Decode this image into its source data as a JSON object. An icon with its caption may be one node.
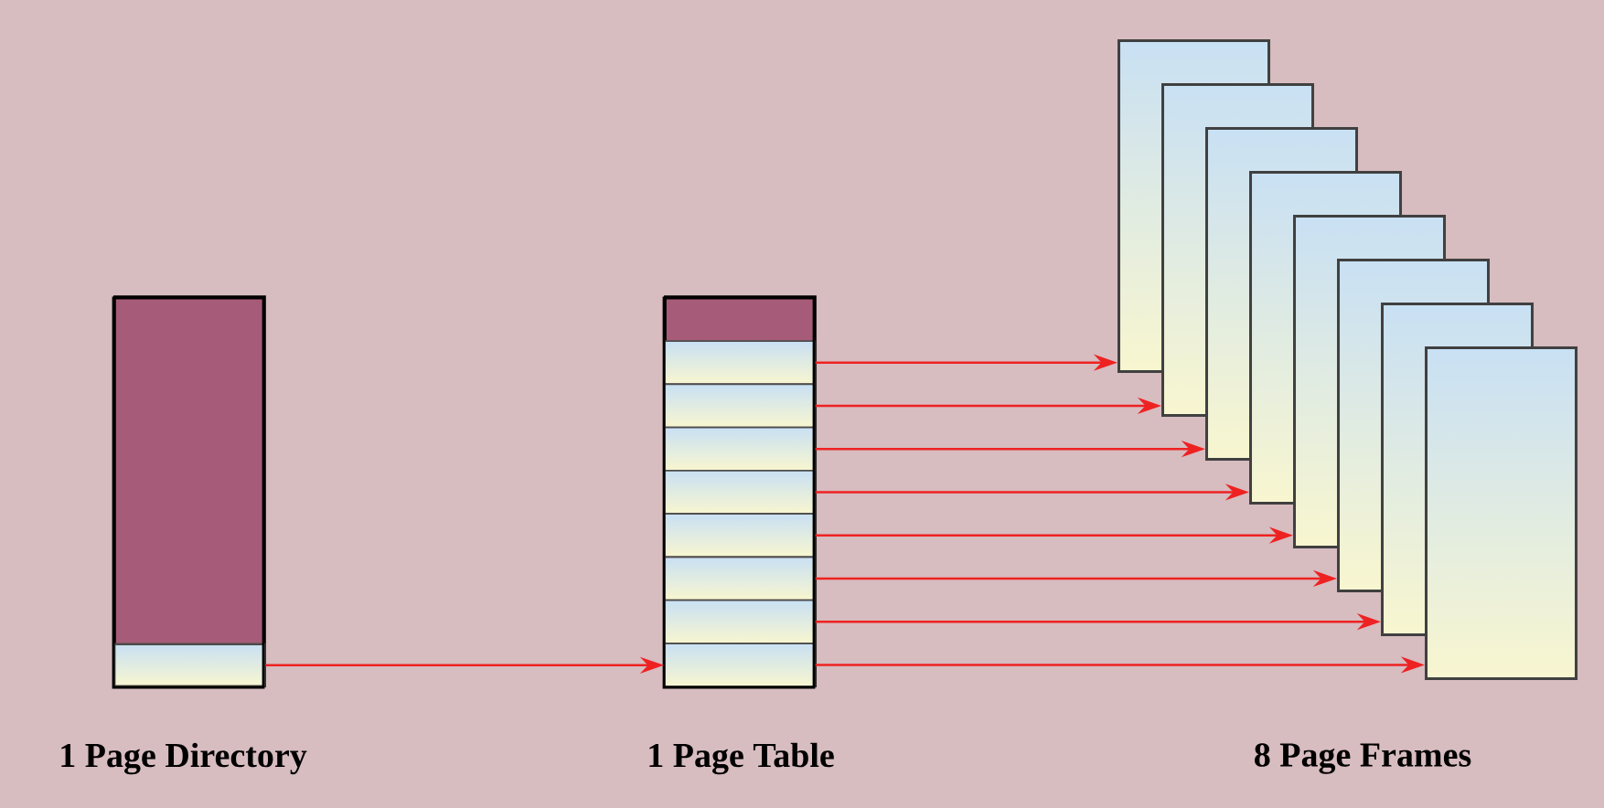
{
  "diagram": {
    "nodes": [
      {
        "text": [
          "1 Page Directory"
        ]
      },
      {
        "text": [],
        "shape": "box",
        "in": 0
      },
      {
        "text": [
          "1 Page Table"
        ]
      },
      {
        "text": [],
        "shape": "box",
        "in": 2
      },
      {
        "text": [],
        "shape": "box",
        "in": 2
      },
      {
        "text": [],
        "shape": "box",
        "in": 2
      },
      {
        "text": [],
        "shape": "box",
        "in": 2
      },
      {
        "text": [],
        "shape": "box",
        "in": 2
      },
      {
        "text": [],
        "shape": "box",
        "in": 2
      },
      {
        "text": [],
        "shape": "box",
        "in": 2
      },
      {
        "text": [],
        "shape": "box",
        "in": 2
      },
      {
        "text": [],
        "shape": "box"
      },
      {
        "text": [],
        "shape": "box"
      },
      {
        "text": [],
        "shape": "box"
      },
      {
        "text": [],
        "shape": "box"
      },
      {
        "text": [],
        "shape": "box"
      },
      {
        "text": [],
        "shape": "box"
      },
      {
        "text": [],
        "shape": "box"
      },
      {
        "text": [],
        "shape": "box"
      }
    ],
    "edges": [
      {
        "from": 1,
        "to": 2,
        "arrow": "to"
      },
      {
        "from": 3,
        "to": 11,
        "arrow": "to"
      },
      {
        "from": 4,
        "to": 12,
        "arrow": "to"
      },
      {
        "from": 5,
        "to": 13,
        "arrow": "to"
      },
      {
        "from": 6,
        "to": 14,
        "arrow": "to"
      },
      {
        "from": 7,
        "to": 15,
        "arrow": "to"
      },
      {
        "from": 8,
        "to": 16,
        "arrow": "to"
      },
      {
        "from": 9,
        "to": 17,
        "arrow": "to"
      },
      {
        "from": 10,
        "to": 18,
        "arrow": "to"
      }
    ],
    "labels": [
      "8 Page Frames"
    ]
  }
}
